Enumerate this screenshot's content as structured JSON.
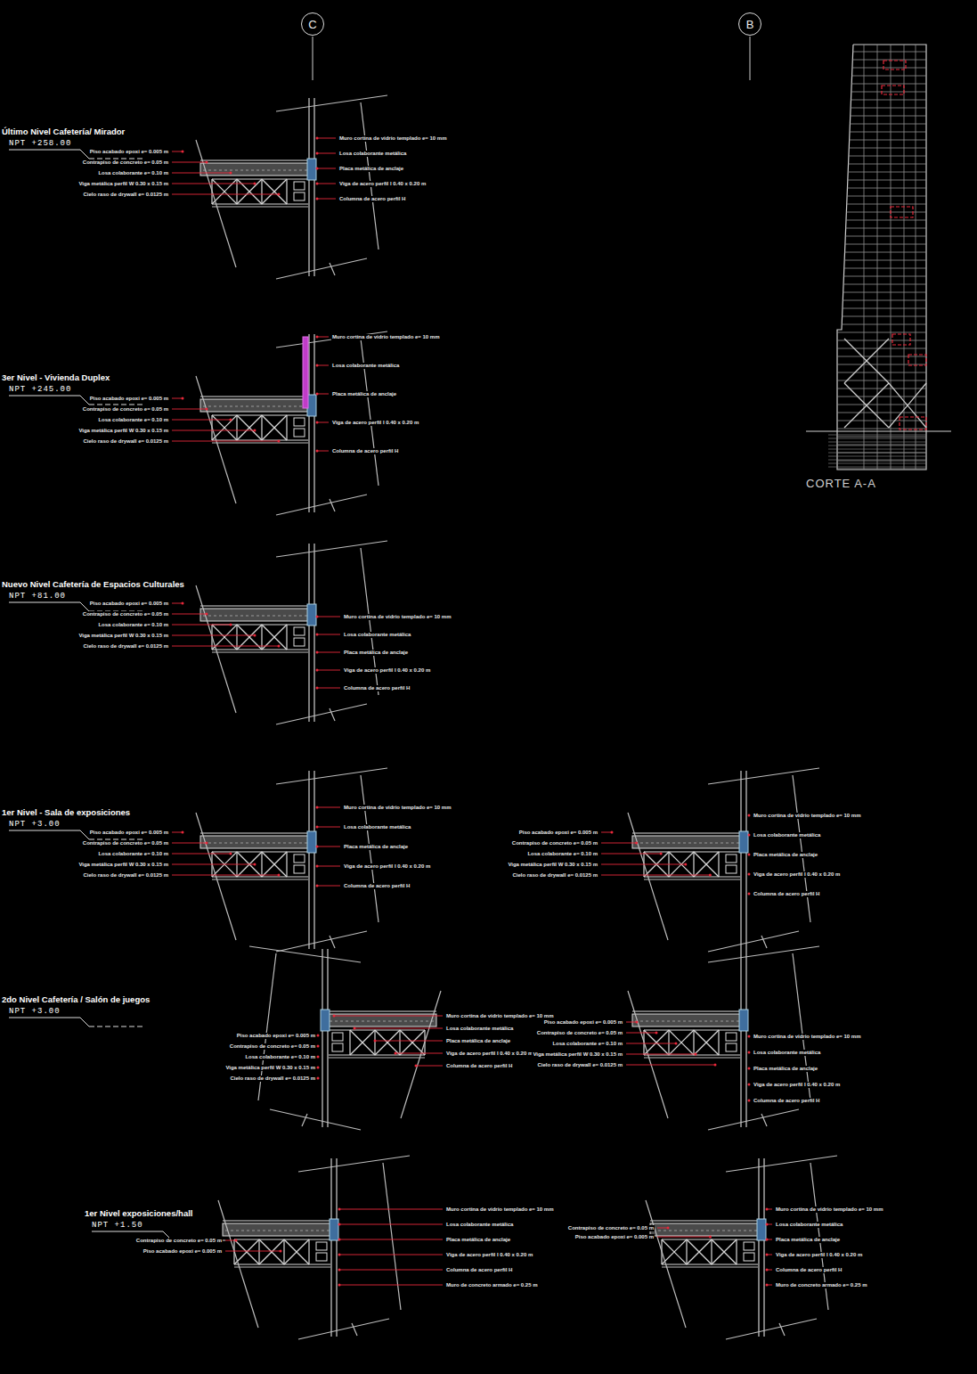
{
  "diagram": {
    "nodes": [
      {
        "text": [
          "C"
        ]
      },
      {
        "text": [
          "B"
        ]
      }
    ],
    "labels": [
      "Último Nivel Cafetería/ Mirador",
      "NPT +258.00",
      "Piso acabado epoxi e= 0.005 m",
      "Contrapiso de concreto e= 0.05 m",
      "Losa colaborante e= 0.10 m",
      "Viga metálica perfil W 0.30 x 0.15 m",
      "Cielo raso de drywall e= 0.0125 m",
      "Muro cortina de vidrio templado e= 10 mm",
      "Losa colaborante metálica",
      "Placa metálica de anclaje",
      "Viga de acero perfil I 0.40 x 0.20 m",
      "Columna de acero perfil H",
      "3er Nivel - Vivienda Duplex",
      "NPT +245.00",
      "Piso acabado epoxi e= 0.005 m",
      "Contrapiso de concreto e= 0.05 m",
      "Losa colaborante e= 0.10 m",
      "Viga metálica perfil W 0.30 x 0.15 m",
      "Cielo raso de drywall e= 0.0125 m",
      "Muro cortina de vidrio templado e= 10 mm",
      "Losa colaborante metálica",
      "Placa metálica de anclaje",
      "Viga de acero perfil I 0.40 x 0.20 m",
      "Columna de acero perfil H",
      "Nuevo Nivel Cafetería de Espacios Culturales",
      "NPT +81.00",
      "Piso acabado epoxi e= 0.005 m",
      "Contrapiso de concreto e= 0.05 m",
      "Losa colaborante e= 0.10 m",
      "Viga metálica perfil W 0.30 x 0.15 m",
      "Cielo raso de drywall e= 0.0125 m",
      "Muro cortina de vidrio templado e= 10 mm",
      "Losa colaborante metálica",
      "Placa metálica de anclaje",
      "Viga de acero perfil I 0.40 x 0.20 m",
      "Columna de acero perfil H",
      "1er Nivel - Sala de exposiciones",
      "NPT +3.00",
      "Piso acabado epoxi e= 0.005 m",
      "Contrapiso de concreto e= 0.05 m",
      "Losa colaborante e= 0.10 m",
      "Viga metálica perfil W 0.30 x 0.15 m",
      "Cielo raso de drywall e= 0.0125 m",
      "Muro cortina de vidrio templado e= 10 mm",
      "Losa colaborante metálica",
      "Placa metálica de anclaje",
      "Viga de acero perfil I 0.40 x 0.20 m",
      "Columna de acero perfil H",
      "Piso acabado epoxi e= 0.005 m",
      "Contrapiso de concreto e= 0.05 m",
      "Losa colaborante e= 0.10 m",
      "Viga metálica perfil W 0.30 x 0.15 m",
      "Cielo raso de drywall e= 0.0125 m",
      "Muro cortina de vidrio templado e= 10 mm",
      "Losa colaborante metálica",
      "Placa metálica de anclaje",
      "Viga de acero perfil I 0.40 x 0.20 m",
      "Columna de acero perfil H",
      "2do Nivel Cafetería / Salón de juegos",
      "NPT +3.00",
      "Piso acabado epoxi e= 0.005 m",
      "Contrapiso de concreto e= 0.05 m",
      "Losa colaborante e= 0.10 m",
      "Viga metálica perfil W 0.30 x 0.15 m",
      "Cielo raso de drywall e= 0.0125 m",
      "Muro cortina de vidrio templado e= 10 mm",
      "Losa colaborante metálica",
      "Placa metálica de anclaje",
      "Viga de acero perfil I 0.40 x 0.20 m",
      "Columna de acero perfil H",
      "Piso acabado epoxi e= 0.005 m",
      "Contrapiso de concreto e= 0.05 m",
      "Losa colaborante e= 0.10 m",
      "Viga metálica perfil W 0.30 x 0.15 m",
      "Cielo raso de drywall e= 0.0125 m",
      "Muro cortina de vidrio templado e= 10 mm",
      "Losa colaborante metálica",
      "Placa metálica de anclaje",
      "Viga de acero perfil I 0.40 x 0.20 m",
      "Columna de acero perfil H",
      "1er Nivel exposiciones/hall",
      "NPT +1.50",
      "Contrapiso de concreto e= 0.05 m",
      "Piso acabado epoxi e= 0.005 m",
      "Muro cortina de vidrio templado e= 10 mm",
      "Losa colaborante metálica",
      "Placa metálica de anclaje",
      "Viga de acero perfil I 0.40 x 0.20 m",
      "Columna de acero perfil H",
      "Muro de concreto armado e= 0.25 m",
      "Contrapiso de concreto e= 0.05 m",
      "Piso acabado epoxi e= 0.005 m",
      "Muro cortina de vidrio templado e= 10 mm",
      "Losa colaborante metálica",
      "Placa metálica de anclaje",
      "Viga de acero perfil I 0.40 x 0.20 m",
      "Columna de acero perfil H",
      "Muro de concreto armado e= 0.25 m",
      "CORTE A-A"
    ]
  }
}
